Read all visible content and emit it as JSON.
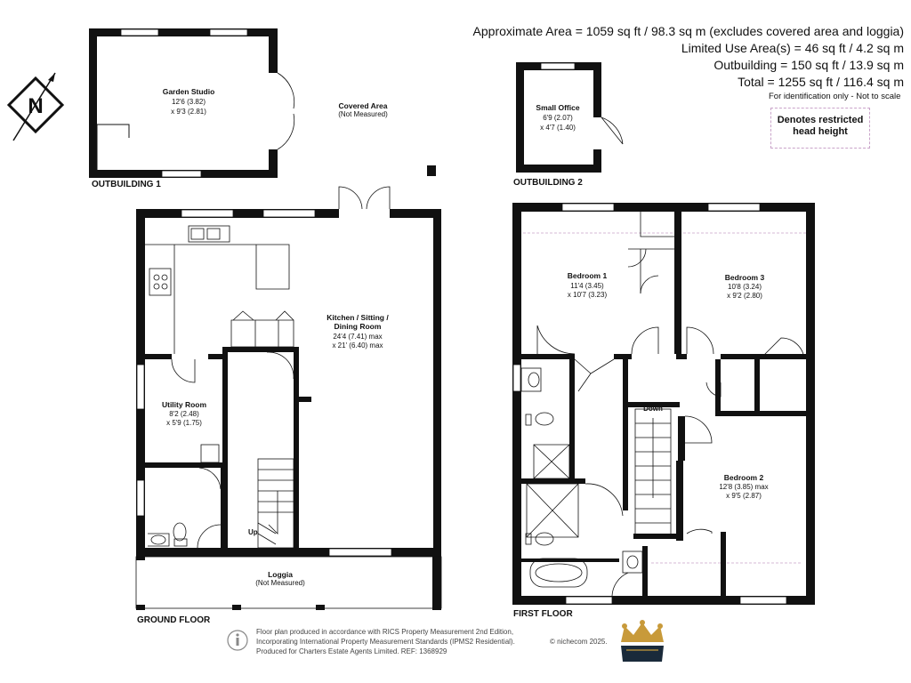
{
  "header": {
    "area_line": "Approximate Area = 1059 sq ft / 98.3 sq m (excludes covered area and loggia)",
    "limited_line": "Limited Use Area(s) = 46 sq ft / 4.2 sq m",
    "outbuilding_line": "Outbuilding = 150 sq ft / 13.9 sq m",
    "total_line": "Total = 1255 sq ft / 116.4 sq m",
    "note": "For identification only - Not to scale"
  },
  "legend": {
    "line1": "Denotes restricted",
    "line2": "head height"
  },
  "compass": {
    "label": "N"
  },
  "floors": {
    "outbuilding1": "OUTBUILDING 1",
    "outbuilding2": "OUTBUILDING 2",
    "ground": "GROUND FLOOR",
    "first": "FIRST FLOOR"
  },
  "rooms": {
    "garden_studio": {
      "name": "Garden Studio",
      "dim1": "12'6 (3.82)",
      "dim2": "x 9'3 (2.81)"
    },
    "covered_area": {
      "name": "Covered Area",
      "dim1": "(Not Measured)"
    },
    "small_office": {
      "name": "Small Office",
      "dim1": "6'9 (2.07)",
      "dim2": "x 4'7 (1.40)"
    },
    "kitchen": {
      "name1": "Kitchen / Sitting /",
      "name2": "Dining Room",
      "dim1": "24'4 (7.41) max",
      "dim2": "x 21' (6.40) max"
    },
    "utility": {
      "name": "Utility Room",
      "dim1": "8'2 (2.48)",
      "dim2": "x 5'9 (1.75)"
    },
    "loggia": {
      "name": "Loggia",
      "dim1": "(Not Measured)"
    },
    "bedroom1": {
      "name": "Bedroom 1",
      "dim1": "11'4 (3.45)",
      "dim2": "x 10'7 (3.23)"
    },
    "bedroom3": {
      "name": "Bedroom 3",
      "dim1": "10'8 (3.24)",
      "dim2": "x 9'2 (2.80)"
    },
    "bedroom2": {
      "name": "Bedroom 2",
      "dim1": "12'8 (3.85) max",
      "dim2": "x 9'5 (2.87)"
    }
  },
  "stairs": {
    "up": "Up",
    "down": "Down"
  },
  "footer": {
    "line1": "Floor plan produced in accordance with RICS Property Measurement 2nd Edition,",
    "line2": "Incorporating International Property Measurement Standards (IPMS2 Residential).",
    "line3": "Produced for Charters Estate Agents Limited.   REF: 1368929",
    "copyright": "© nichecom 2025."
  },
  "colors": {
    "wall": "#111111",
    "restricted": "#c9a3c9",
    "crown": "#c89a3a",
    "crown_dark": "#1a2a3a"
  }
}
